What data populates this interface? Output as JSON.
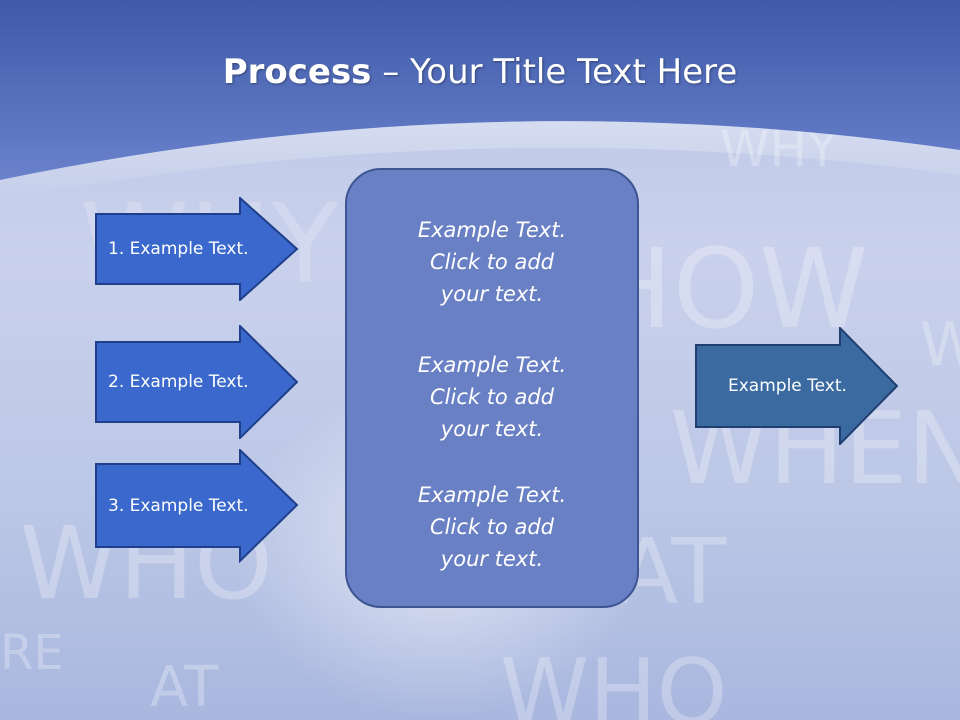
{
  "slide": {
    "title_bold": "Process",
    "title_rest": " – Your Title Text Here",
    "left_arrows": [
      {
        "label": "1. Example Text."
      },
      {
        "label": "2. Example Text."
      },
      {
        "label": "3. Example Text."
      }
    ],
    "center_blocks": [
      {
        "line1": "Example Text.",
        "line2": "Click  to add",
        "line3": "your text."
      },
      {
        "line1": "Example Text.",
        "line2": "Click  to add",
        "line3": "your text."
      },
      {
        "line1": "Example Text.",
        "line2": "Click  to add",
        "line3": "your text."
      }
    ],
    "right_arrow": {
      "label": "Example Text."
    },
    "background_words": [
      "WHY",
      "HOW",
      "WHO",
      "WHAT",
      "WHEN",
      "RE",
      "AT",
      "W",
      "WHY",
      "WHO"
    ]
  },
  "colors": {
    "header_band": "#5b72c2",
    "left_arrow_fill": "#3a68cc",
    "right_arrow_fill": "#3a6aa0",
    "center_box_fill": "#6a80c4"
  }
}
